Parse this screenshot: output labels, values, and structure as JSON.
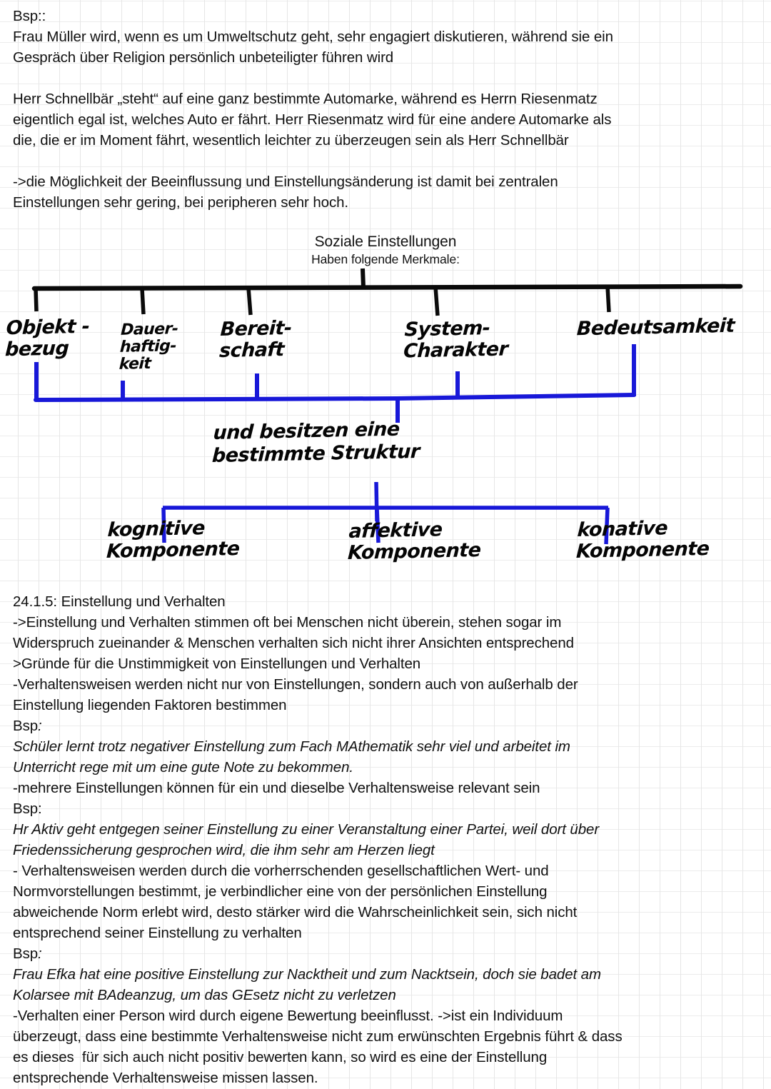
{
  "page": {
    "paper": "grid",
    "grid_color": "#e6e6e6",
    "ink_black": "#0a0a0a",
    "ink_blue": "#1818d8"
  },
  "notes_top": [
    {
      "text": "Bsp::",
      "style": "normal"
    },
    {
      "text": "Frau Müller wird, wenn es um Umweltschutz geht, sehr engagiert diskutieren, während sie ein",
      "style": "normal"
    },
    {
      "text": "Gespräch über Religion persönlich unbeteiligter führen wird",
      "style": "normal"
    },
    {
      "text": "",
      "style": "blank"
    },
    {
      "text": "Herr Schnellbär „steht“ auf eine ganz bestimmte Automarke, während es Herrn Riesenmatz",
      "style": "normal"
    },
    {
      "text": "eigentlich egal ist, welches Auto er fährt. Herr Riesenmatz wird für eine andere Automarke als",
      "style": "normal"
    },
    {
      "text": "die, die er im Moment fährt, wesentlich leichter zu überzeugen sein als Herr Schnellbär",
      "style": "normal"
    },
    {
      "text": "",
      "style": "blank"
    },
    {
      "text": "->die Möglichkeit der Beeinflussung und Einstellungsänderung ist damit bei zentralen",
      "style": "normal"
    },
    {
      "text": "Einstellungen sehr gering, bei peripheren sehr hoch.",
      "style": "normal"
    }
  ],
  "diagram": {
    "title": "Soziale Einstellungen",
    "subtitle": "Haben folgende Merkmale:",
    "merkmale": [
      {
        "label": "Objekt -\nbezug"
      },
      {
        "label": "Dauer-\nhaftig-\nkeit"
      },
      {
        "label": "Bereit-\nschaft"
      },
      {
        "label": "System-\nCharakter"
      },
      {
        "label": "Bedeutsamkeit"
      }
    ],
    "middle_text": "und  besitzen  eine\n  bestimmte  Struktur",
    "komponenten": [
      {
        "label": "kognitive\nKomponente"
      },
      {
        "label": "affektive\nKomponente"
      },
      {
        "label": "konative\nKomponente"
      }
    ]
  },
  "notes_bottom": [
    {
      "text": "24.1.5: Einstellung und Verhalten",
      "style": "normal"
    },
    {
      "text": "->Einstellung und Verhalten stimmen oft bei Menschen nicht überein, stehen sogar im",
      "style": "normal"
    },
    {
      "text": "Widerspruch zueinander & Menschen verhalten sich nicht ihrer Ansichten entsprechend",
      "style": "normal"
    },
    {
      "text": ">Gründe für die Unstimmigkeit von Einstellungen und Verhalten",
      "style": "normal"
    },
    {
      "text": "-Verhaltensweisen werden nicht nur von Einstellungen, sondern auch von außerhalb der",
      "style": "normal"
    },
    {
      "text": "Einstellung liegenden Faktoren bestimmen",
      "style": "normal"
    },
    {
      "text": "Bsp:",
      "style": "bsp"
    },
    {
      "text": "Schüler lernt trotz negativer Einstellung zum Fach MAthematik sehr viel und arbeitet im",
      "style": "italic"
    },
    {
      "text": "Unterricht rege mit um eine gute Note zu bekommen.",
      "style": "italic"
    },
    {
      "text": "-mehrere Einstellungen können für ein und dieselbe Verhaltensweise relevant sein",
      "style": "normal"
    },
    {
      "text": "Bsp:",
      "style": "normal"
    },
    {
      "text": "Hr Aktiv geht entgegen seiner Einstellung zu einer Veranstaltung einer Partei, weil dort über",
      "style": "italic"
    },
    {
      "text": "Friedenssicherung gesprochen wird, die ihm sehr am Herzen liegt",
      "style": "italic"
    },
    {
      "text": "- Verhaltensweisen werden durch die vorherrschenden gesellschaftlichen Wert- und",
      "style": "normal"
    },
    {
      "text": "Normvorstellungen bestimmt, je verbindlicher eine von der persönlichen Einstellung",
      "style": "normal"
    },
    {
      "text": "abweichende Norm erlebt wird, desto stärker wird die Wahrscheinlichkeit sein, sich nicht",
      "style": "normal"
    },
    {
      "text": "entsprechend seiner Einstellung zu verhalten",
      "style": "normal"
    },
    {
      "text": "Bsp:",
      "style": "bsp"
    },
    {
      "text": "Frau Efka hat eine positive Einstellung zur Nacktheit und zum Nacktsein, doch sie badet am",
      "style": "italic"
    },
    {
      "text": "Kolarsee mit BAdeanzug, um das GEsetz nicht zu verletzen",
      "style": "italic"
    },
    {
      "text": "-Verhalten einer Person wird durch eigene Bewertung beeinflusst. ->ist ein Individuum",
      "style": "normal"
    },
    {
      "text": "überzeugt, dass eine bestimmte Verhaltensweise nicht zum erwünschten Ergebnis führt & dass",
      "style": "normal"
    },
    {
      "text": "es dieses  für sich auch nicht positiv bewerten kann, so wird es eine der Einstellung",
      "style": "normal"
    },
    {
      "text": "entsprechende Verhaltensweise missen lassen.",
      "style": "normal"
    }
  ]
}
